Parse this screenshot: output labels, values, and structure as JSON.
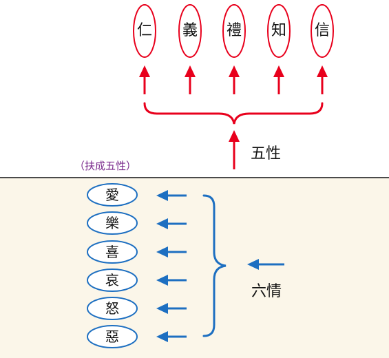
{
  "virtues": [
    "仁",
    "義",
    "禮",
    "知",
    "信"
  ],
  "five_natures_label": "五性",
  "support_note": "（扶成五性）",
  "emotions": [
    "愛",
    "樂",
    "喜",
    "哀",
    "怒",
    "惡"
  ],
  "six_emotions_label": "六情",
  "colors": {
    "red": "#e8001c",
    "blue": "#1d6fc1",
    "note_purple": "#7a2a8c",
    "lower_bg": "#fbf6e9",
    "divider": "#4a4a4a"
  }
}
